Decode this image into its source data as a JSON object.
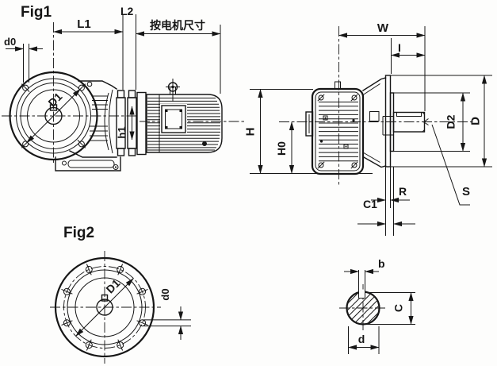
{
  "figure1": {
    "title": "Fig1",
    "labels": {
      "d0": "d0",
      "L1": "L1",
      "L2": "L2",
      "motor_note": "按电机尺寸",
      "D1": "D1",
      "h1": "h1"
    }
  },
  "side_view": {
    "labels": {
      "W": "W",
      "I": "I",
      "H": "H",
      "H0": "H0",
      "D2": "D2",
      "D": "D",
      "S": "S",
      "R": "R",
      "C1": "C1"
    }
  },
  "figure2": {
    "title": "Fig2",
    "labels": {
      "D1": "D1",
      "d0": "d0"
    }
  },
  "shaft_section": {
    "labels": {
      "b": "b",
      "C": "C",
      "d": "d"
    }
  }
}
